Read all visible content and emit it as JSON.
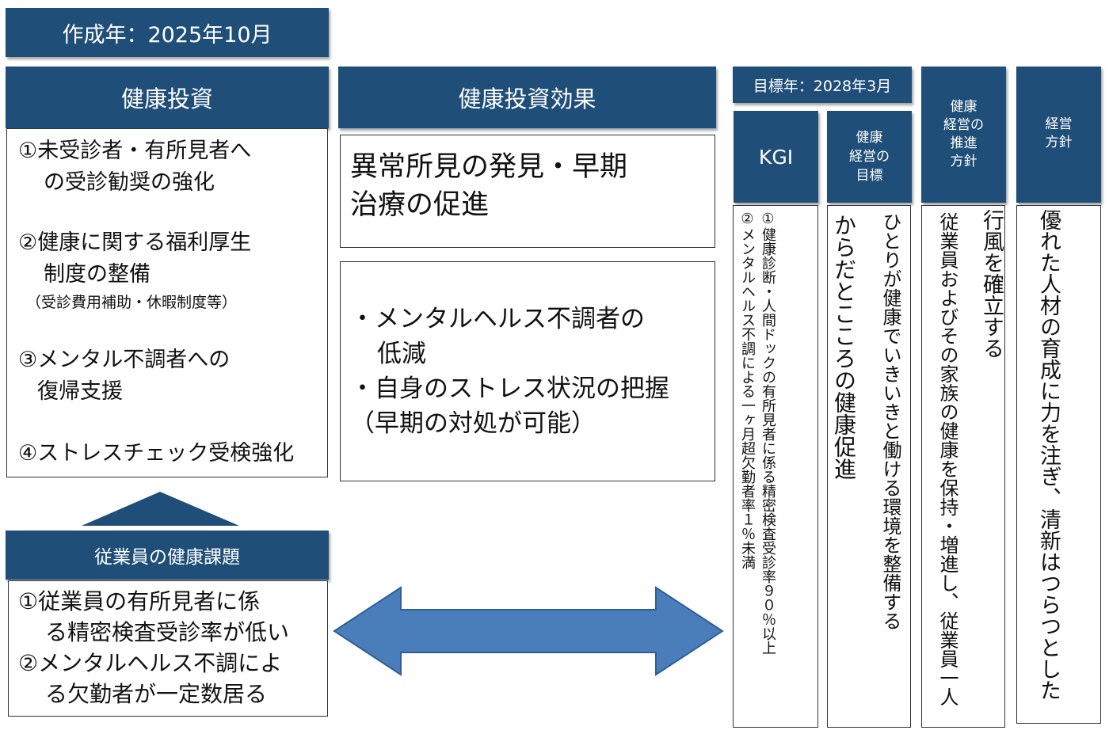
{
  "created_label": "作成年：2025年10月",
  "investment": {
    "header": "健康投資",
    "items": [
      {
        "l1": "①未受診者・有所見者へ",
        "l2": "の受診勧奨の強化",
        "note": ""
      },
      {
        "l1": "②健康に関する福利厚生",
        "l2": "制度の整備",
        "note": "（受診費用補助・休暇制度等）"
      },
      {
        "l1": "③メンタル不調者への",
        "l2": "復帰支援",
        "note": ""
      },
      {
        "l1": "④ストレスチェック受検強化",
        "l2": "",
        "note": ""
      }
    ]
  },
  "effect": {
    "header": "健康投資効果",
    "box1_l1": "異常所見の発見・早期",
    "box1_l2": "治療の促進",
    "box2_l1": "・メンタルヘルス不調者の",
    "box2_l2": "低減",
    "box2_l3": "・自身のストレス状況の把握",
    "box2_l4": "（早期の対処が可能）"
  },
  "issues": {
    "header": "従業員の健康課題",
    "l1": "①従業員の有所見者に係",
    "l2": "る精密検査受診率が低い",
    "l3": "②メンタルヘルス不調によ",
    "l4": "る欠勤者が一定数居る"
  },
  "target_year": "目標年：2028年3月",
  "kgi": {
    "header": "KGI",
    "item1": "①健康診断・人間ドックの有所見者に係る精密検査受診率９０％以上",
    "item2": "②メンタルヘルス不調による一ヶ月超欠勤者率１％未満"
  },
  "goal": {
    "header_l1": "健康",
    "header_l2": "経営の",
    "header_l3": "目標",
    "text": "からだとこころの健康促進"
  },
  "policy": {
    "header_l1": "健康",
    "header_l2": "経営の",
    "header_l3": "推進",
    "header_l4": "方針",
    "text_l1": "従業員およびその家族の健康を保持・増進し、従業員一人",
    "text_l2": "ひとりが健康でいきいきと働ける環境を整備する"
  },
  "management": {
    "header_l1": "経営",
    "header_l2": "方針",
    "text_l1": "優れた人材の育成に力を注ぎ、清新はつらつとした",
    "text_l2": "行風を確立する"
  },
  "colors": {
    "header_bg": "#1f4e79",
    "arrow_fill": "#4a7ebb",
    "arrow_stroke": "#2f5f95"
  }
}
